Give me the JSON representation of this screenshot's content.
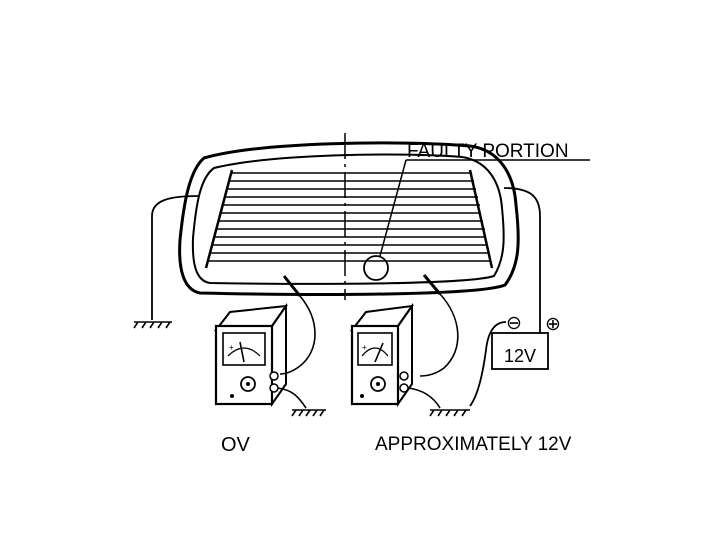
{
  "labels": {
    "faulty_portion": "FAULTY PORTION",
    "left_reading": "OV",
    "right_reading": "APPROXIMATELY 12V",
    "battery_voltage": "12V",
    "battery_negative": "⊖",
    "battery_positive": "⊕"
  },
  "colors": {
    "ink": "#000000",
    "background": "#ffffff"
  }
}
